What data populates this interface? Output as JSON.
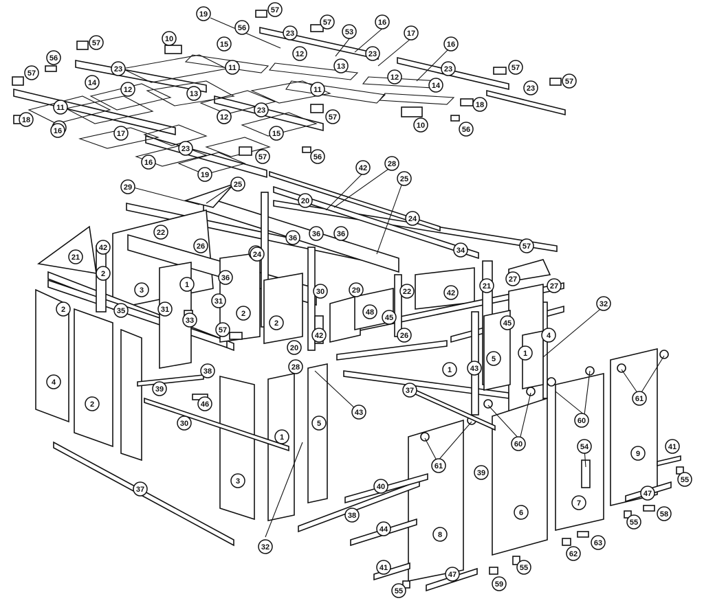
{
  "diagram": {
    "labels": [
      "1",
      "2",
      "3",
      "4",
      "5",
      "6",
      "7",
      "8",
      "9",
      "10",
      "11",
      "12",
      "13",
      "14",
      "15",
      "16",
      "17",
      "18",
      "19",
      "20",
      "21",
      "22",
      "23",
      "24",
      "25",
      "26",
      "27",
      "28",
      "29",
      "30",
      "31",
      "32",
      "33",
      "34",
      "35",
      "36",
      "37",
      "38",
      "39",
      "40",
      "41",
      "42",
      "43",
      "44",
      "45",
      "46",
      "47",
      "48",
      "53",
      "54",
      "55",
      "56",
      "57",
      "58",
      "59",
      "60",
      "61",
      "62",
      "63"
    ],
    "callouts": [
      "19",
      "56",
      "57",
      "23",
      "57",
      "53",
      "16",
      "17",
      "57",
      "10",
      "15",
      "12",
      "13",
      "23",
      "16",
      "56",
      "57",
      "23",
      "23",
      "12",
      "11",
      "12",
      "11",
      "14",
      "57",
      "14",
      "23",
      "57",
      "12",
      "13",
      "11",
      "18",
      "23",
      "23",
      "18",
      "16",
      "12",
      "57",
      "17",
      "15",
      "10",
      "56",
      "16",
      "23",
      "57",
      "56",
      "19",
      "42",
      "28",
      "25",
      "29",
      "25",
      "20",
      "24",
      "22",
      "26",
      "36",
      "36",
      "36",
      "24",
      "34",
      "57",
      "42",
      "21",
      "24",
      "27",
      "2",
      "1",
      "36",
      "3",
      "30",
      "29",
      "22",
      "42",
      "21",
      "27",
      "2",
      "31",
      "31",
      "33",
      "2",
      "48",
      "45",
      "32",
      "35",
      "57",
      "2",
      "26",
      "1",
      "42",
      "4",
      "20",
      "28",
      "45",
      "5",
      "43",
      "1",
      "38",
      "37",
      "39",
      "46",
      "61",
      "2",
      "30",
      "43",
      "4",
      "1",
      "5",
      "60",
      "60",
      "3",
      "61",
      "54",
      "40",
      "39",
      "9",
      "38",
      "41",
      "44",
      "6",
      "7",
      "47",
      "55",
      "37",
      "8",
      "58",
      "55",
      "32",
      "41",
      "55",
      "63",
      "47",
      "62",
      "59",
      "55"
    ]
  }
}
